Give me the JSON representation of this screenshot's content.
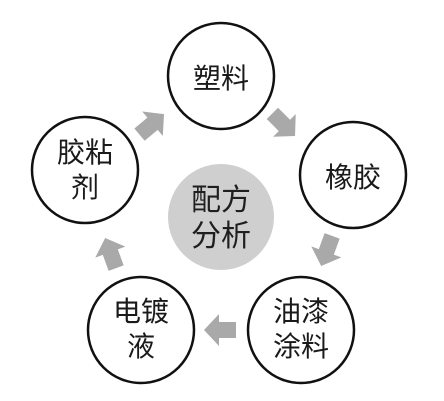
{
  "center": {
    "line1": "配方",
    "line2": "分析"
  },
  "nodes": {
    "plastic": {
      "line1": "塑料"
    },
    "rubber": {
      "line1": "橡胶"
    },
    "paint": {
      "line1": "油漆",
      "line2": "涂料"
    },
    "electroplating": {
      "line1": "电镀",
      "line2": "液"
    },
    "adhesive": {
      "line1": "胶粘",
      "line2": "剂"
    }
  },
  "colors": {
    "node_stroke": "#111111",
    "node_fill": "#ffffff",
    "center_fill": "#cfcfcf",
    "arrow_fill": "#a9a9a9",
    "text": "#1a1a1a"
  },
  "icons": {
    "arrow": "cycle-arrow-icon"
  }
}
